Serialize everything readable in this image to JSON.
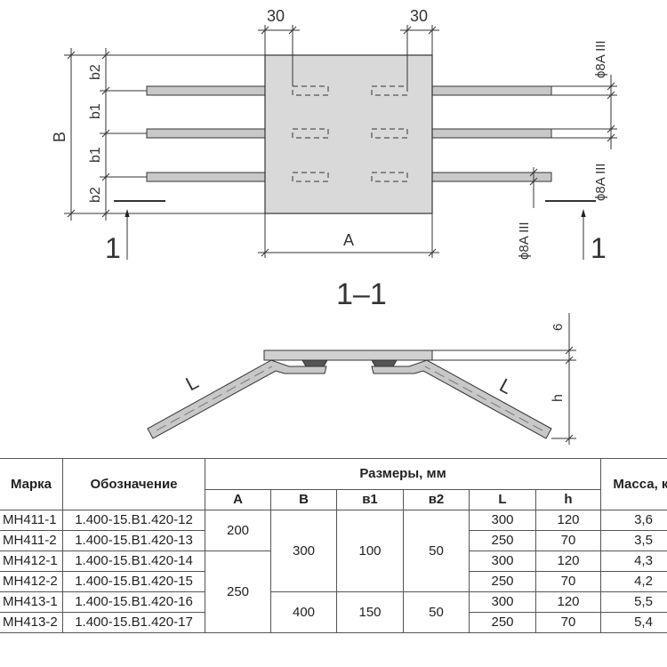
{
  "plan_view": {
    "dim_top_left": "30",
    "dim_top_right": "30",
    "dim_B": "B",
    "dim_A": "A",
    "dim_b2_top": "b2",
    "dim_b1_upper": "b1",
    "dim_b1_lower": "b1",
    "dim_b2_bottom": "b2",
    "rebar_label_top": "ϕ8A III",
    "rebar_label_right": "ϕ8A III",
    "rebar_label_bottom": "ϕ8A III",
    "section_mark_left": "1",
    "section_mark_right": "1"
  },
  "section_view": {
    "title": "1–1",
    "dim_thickness": "6",
    "dim_h": "h",
    "label_left_leg": "L",
    "label_right_leg": "L"
  },
  "table": {
    "headers": {
      "mark": "Марка",
      "designation": "Обозначение",
      "dimensions": "Размеры, мм",
      "mass": "Масса, кг",
      "A": "A",
      "B": "B",
      "b1": "в1",
      "b2": "в2",
      "L": "L",
      "h": "h"
    },
    "rows": [
      {
        "mark": "МН411-1",
        "designation": "1.400-15.B1.420-12",
        "L": "300",
        "h": "120",
        "mass": "3,6"
      },
      {
        "mark": "МН411-2",
        "designation": "1.400-15.B1.420-13",
        "L": "250",
        "h": "70",
        "mass": "3,5"
      },
      {
        "mark": "МН412-1",
        "designation": "1.400-15.B1.420-14",
        "L": "300",
        "h": "120",
        "mass": "4,3"
      },
      {
        "mark": "МН412-2",
        "designation": "1.400-15.B1.420-15",
        "L": "250",
        "h": "70",
        "mass": "4,2"
      },
      {
        "mark": "МН413-1",
        "designation": "1.400-15.B1.420-16",
        "L": "300",
        "h": "120",
        "mass": "5,5"
      },
      {
        "mark": "МН413-2",
        "designation": "1.400-15.B1.420-17",
        "L": "250",
        "h": "70",
        "mass": "5,4"
      }
    ],
    "merged": {
      "A_200": "200",
      "A_250": "250",
      "B_300": "300",
      "B_400": "400",
      "b1_100": "100",
      "b1_150": "150",
      "b2_50_a": "50",
      "b2_50_b": "50"
    }
  }
}
